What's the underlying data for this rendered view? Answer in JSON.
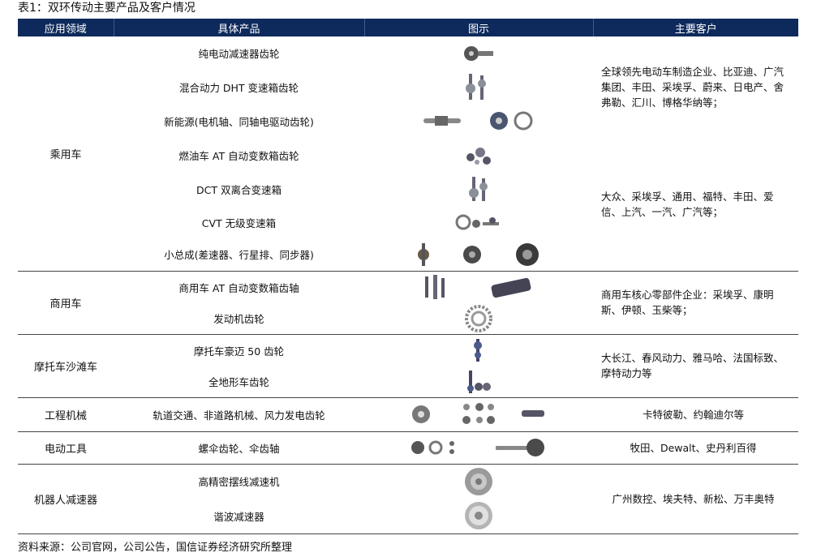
{
  "title": "表1：双环传动主要产品及客户情况",
  "headers": [
    "应用领域",
    "具体产品",
    "图示",
    "主要客户"
  ],
  "groups": [
    {
      "category": "乘用车",
      "products": [
        "纯电动减速器齿轮",
        "混合动力 DHT 变速箱齿轮",
        "新能源(电机轴、同轴电驱动齿轮)",
        "燃油车 AT 自动变数箱齿轮",
        "DCT 双离合变速箱",
        "CVT 无级变速箱",
        "小总成(差速器、行星排、同步器)"
      ],
      "customers_a": "全球领先电动车制造企业、比亚迪、广汽集团、丰田、采埃孚、蔚来、日电产、舍弗勒、汇川、博格华纳等；",
      "customers_b": "大众、采埃孚、通用、福特、丰田、爱信、上汽、一汽、广汽等；"
    },
    {
      "category": "商用车",
      "products": [
        "商用车 AT 自动变数箱齿轴",
        "发动机齿轮"
      ],
      "customers": "商用车核心零部件企业：采埃孚、康明斯、伊顿、玉柴等；"
    },
    {
      "category": "摩托车沙滩车",
      "products": [
        "摩托车豪迈 50 齿轮",
        "全地形车齿轮"
      ],
      "customers": "大长江、春风动力、雅马哈、法国标致、摩特动力等"
    },
    {
      "category": "工程机械",
      "products": [
        "轨道交通、非道路机械、风力发电齿轮"
      ],
      "customers": "卡特彼勒、约翰迪尔等"
    },
    {
      "category": "电动工具",
      "products": [
        "螺伞齿轮、伞齿轴"
      ],
      "customers": "牧田、Dewalt、史丹利百得"
    },
    {
      "category": "机器人减速器",
      "products": [
        "高精密摆线减速机",
        "谐波减速器"
      ],
      "customers": "广州数控、埃夫特、新松、万丰奥特"
    }
  ],
  "source": "资料来源：公司官网，公司公告，国信证券经济研究所整理"
}
